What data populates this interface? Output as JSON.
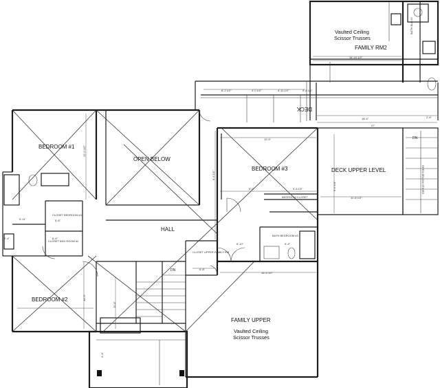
{
  "rooms": {
    "bedroom1": "BEDROOM #1",
    "open_below": "OPEN BELOW",
    "bedroom3": "BEDROOM #3",
    "deck_upper": "DECK UPPER LEVEL",
    "hall": "HALL",
    "bedroom2": "BEDROOM #2",
    "family_upper": "FAMILY UPPER",
    "family_rm2": "FAMILY RM2",
    "deck": "DECK"
  },
  "notes": {
    "vaulted_top_1": "Vaulted Ceiling",
    "vaulted_top_2": "Scissor Trusses",
    "vaulted_bottom_1": "Vaulted Ceiling",
    "vaulted_bottom_2": "Scissor Trusses",
    "dn_deck": "DN",
    "dn_stair": "DN",
    "open_below_stairs": "OPEN BELOW STAIRS",
    "closet_upper": "CLOSET UPPER FAMILY RM",
    "closet_bed2": "CLOSET BED ROOM #2",
    "closet_bed1": "CLOSET BEDROOM #1",
    "bath_bed3": "BATH BEDROOM #3",
    "bath_bld2": "BATH BLD #2",
    "bedroom_closet": "BEDROOM CLOSET"
  },
  "dimensions": {
    "d1": "14'-10 1/2\"",
    "d2": "18'-6\"",
    "d3": "27'",
    "d4": "2'-6\"",
    "d5": "6'-2 1/2\"",
    "d6": "4'-0 1/2\"",
    "d7": "4'-11 1/2\"",
    "d8": "9'-8 1/2\"",
    "d9": "10'-5\"",
    "d10": "9'-5\"",
    "d11": "5'-8 1/2\"",
    "d12": "11'-8 1/2\"",
    "d13": "9'-4\"",
    "d14": "6'-10\"",
    "d15": "6'-8\"",
    "d16": "16'-6 1/2\"",
    "d17": "6'-6\"",
    "d18": "5'-6\"",
    "d19": "12'-0 1/2\"",
    "d20": "10'-6\"",
    "d21": "11'-4\"",
    "d22": "5'-11\"",
    "d23": "9'-6 1/2\"",
    "d24": "9'-6 1/4\"",
    "d25": "3'-4\"",
    "d26": "2'-4\""
  }
}
